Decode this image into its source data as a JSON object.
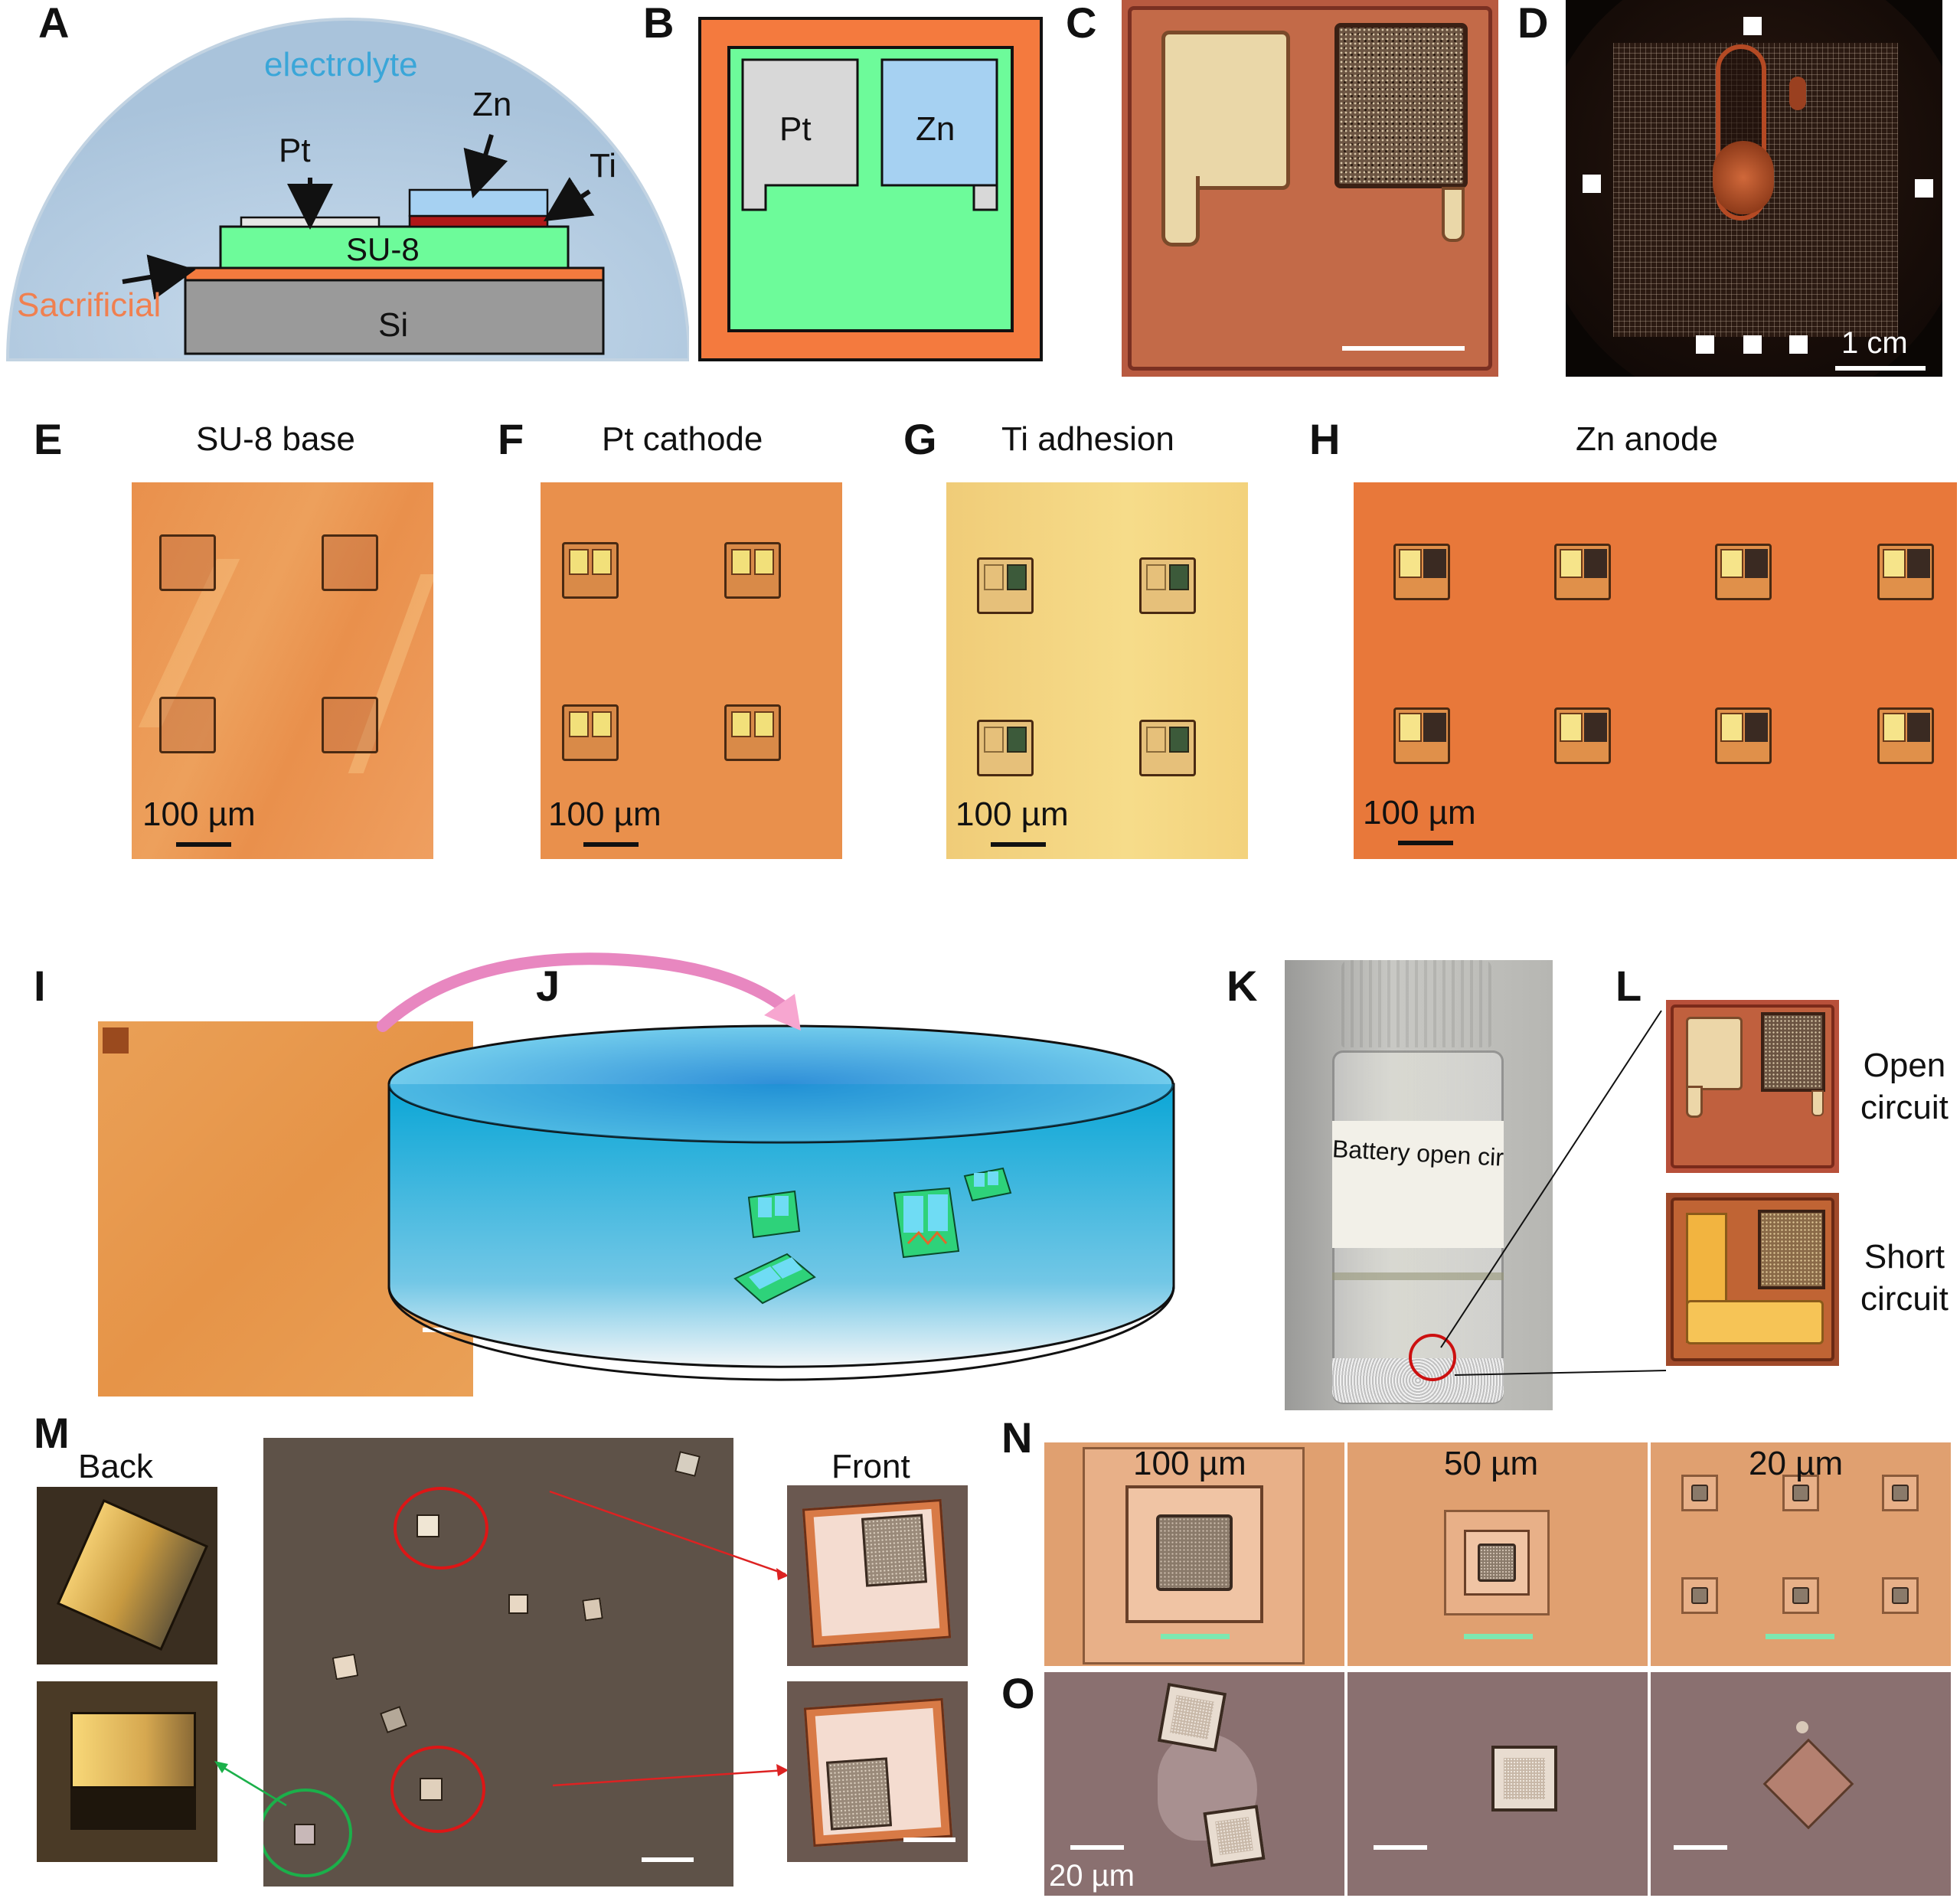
{
  "panels": {
    "A": {
      "label": "A",
      "electrolyte": "electrolyte",
      "pt": "Pt",
      "zn": "Zn",
      "ti": "Ti",
      "su8": "SU-8",
      "sacrificial": "Sacrificial",
      "si": "Si"
    },
    "B": {
      "label": "B",
      "pt": "Pt",
      "zn": "Zn"
    },
    "C": {
      "label": "C"
    },
    "D": {
      "label": "D",
      "scale": "1 cm"
    },
    "E": {
      "label": "E",
      "title": "SU-8 base",
      "scale": "100 µm"
    },
    "F": {
      "label": "F",
      "title": "Pt cathode",
      "scale": "100 µm"
    },
    "G": {
      "label": "G",
      "title": "Ti adhesion",
      "scale": "100 µm"
    },
    "H": {
      "label": "H",
      "title": "Zn anode",
      "scale": "100 µm"
    },
    "I": {
      "label": "I"
    },
    "J": {
      "label": "J"
    },
    "K": {
      "label": "K",
      "vial_label": "Battery open circu"
    },
    "L": {
      "label": "L",
      "open_line1": "Open",
      "open_line2": "circuit",
      "short_line1": "Short",
      "short_line2": "circuit"
    },
    "M": {
      "label": "M",
      "back": "Back",
      "front": "Front"
    },
    "N": {
      "label": "N",
      "s100": "100 µm",
      "s50": "50 µm",
      "s20": "20 µm"
    },
    "O": {
      "label": "O",
      "scale": "20 µm"
    }
  },
  "colors": {
    "electrolyte_text": "#3aa6d8",
    "sacrificial_text": "#f08050",
    "su8": "#6dfb9a",
    "sacrificial": "#f47a3e",
    "si": "#9a9a9a",
    "pt": "#d8d8d8",
    "zn": "#a6d1f2",
    "ti": "#b01818",
    "micro_orange": "#e9904c",
    "arrow_pink": "#e887c0",
    "nbar_green": "#7de8b0"
  }
}
